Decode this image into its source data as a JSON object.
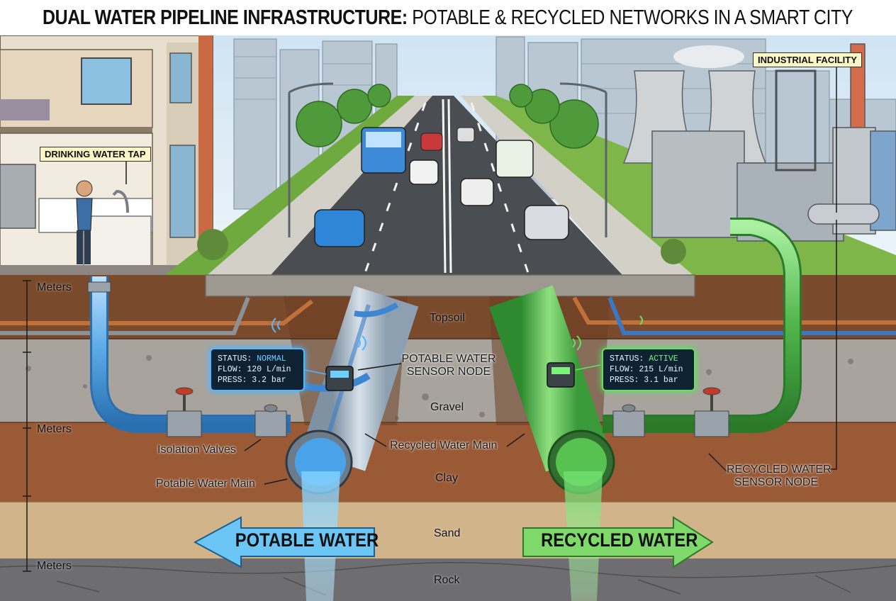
{
  "title": {
    "bold": "DUAL WATER PIPELINE INFRASTRUCTURE:",
    "rest": " POTABLE & RECYCLED NETWORKS IN A SMART CITY"
  },
  "labels": {
    "drinking_tap": "DRINKING WATER TAP",
    "industrial": "INDUSTRIAL FACILITY",
    "isolation_valves": "Isolation Valves",
    "potable_main": "Potable Water Main",
    "recycled_main": "Recycled Water Main",
    "potable_sensor_1": "POTABLE WATER",
    "potable_sensor_2": "SENSOR NODE",
    "recycled_sensor_1": "RECYCLED WATER",
    "recycled_sensor_2": "SENSOR NODE"
  },
  "soil_layers": [
    "Topsoil",
    "Gravel",
    "Clay",
    "Sand",
    "Rock"
  ],
  "depth_scale": [
    "Meters",
    "Meters",
    "Meters"
  ],
  "potable_panel": {
    "status_label": "STATUS:",
    "status_value": "NORMAL",
    "flow": "FLOW: 120 L/min",
    "press": "PRESS: 3.2 bar"
  },
  "recycled_panel": {
    "status_label": "STATUS:",
    "status_value": "ACTIVE",
    "flow": "FLOW: 215 L/min",
    "press": "PRESS: 3.1 bar"
  },
  "arrows": {
    "potable": "POTABLE WATER",
    "recycled": "RECYCLED WATER"
  },
  "colors": {
    "potable": "#58b6f2",
    "recycled": "#6fd36f",
    "potable_pipe": "#9fb4c6",
    "recycled_pipe": "#4ea84e"
  }
}
